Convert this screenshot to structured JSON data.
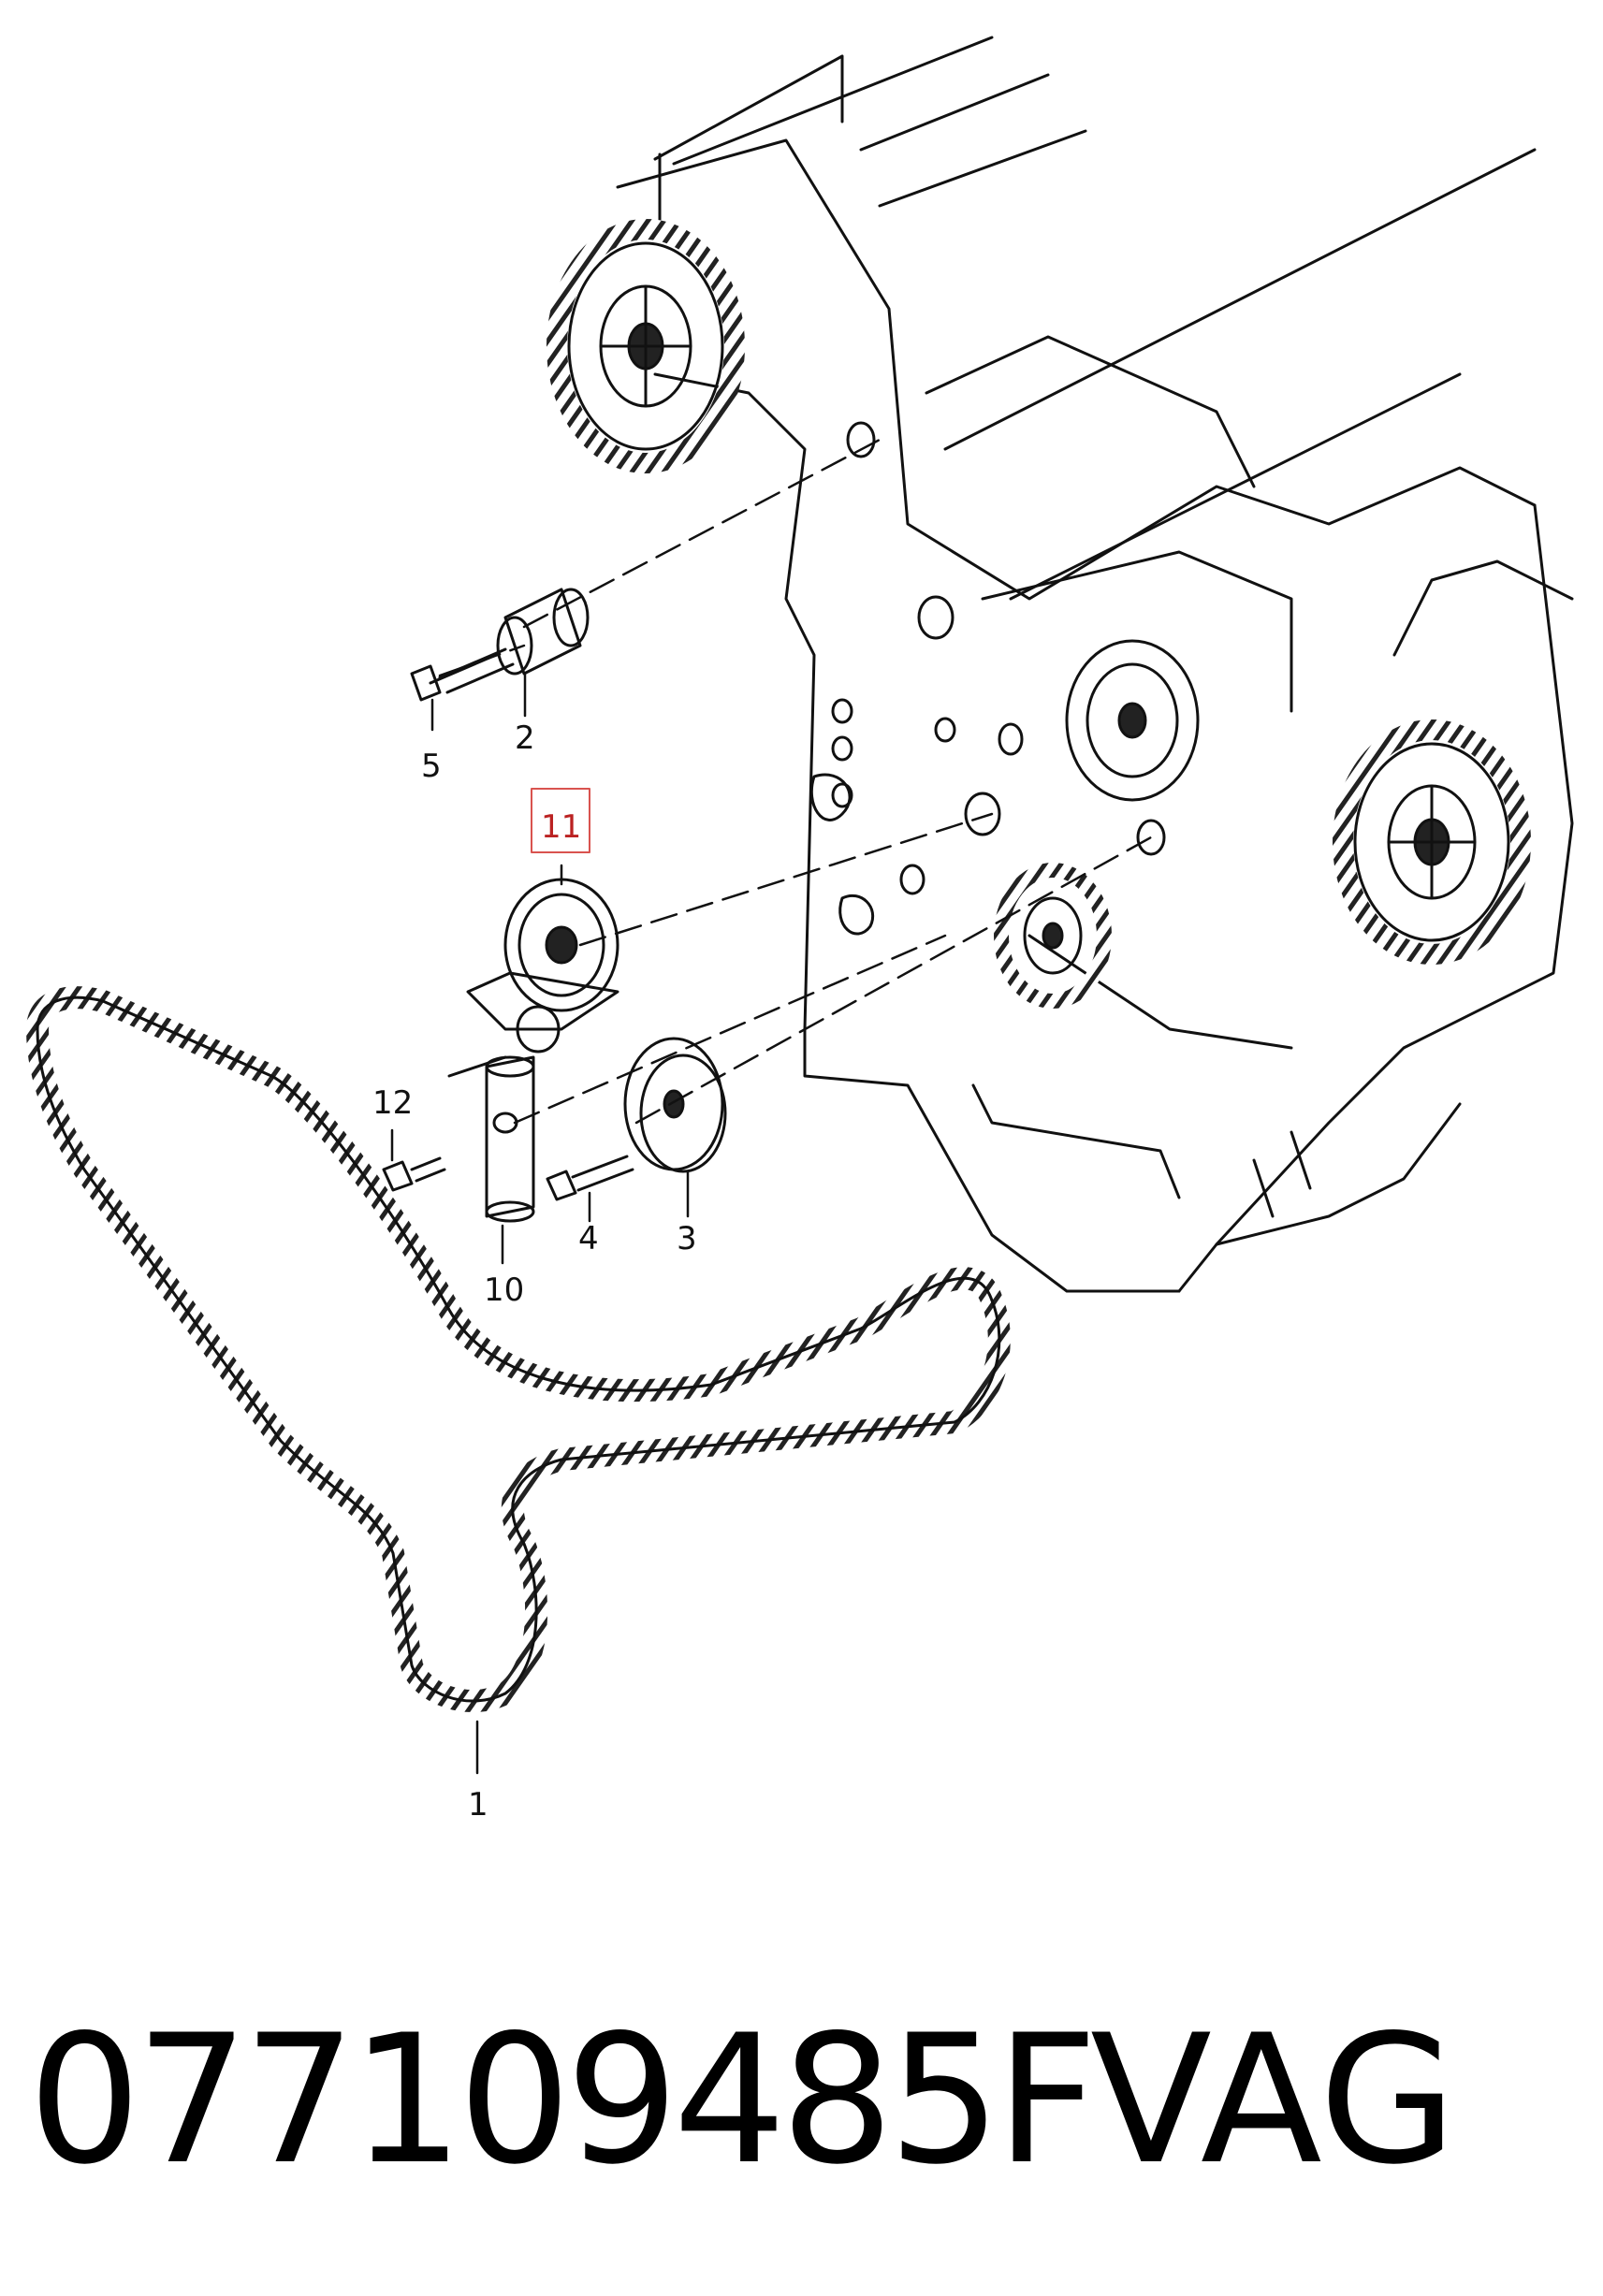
{
  "diagram": {
    "callouts": {
      "c1": "1",
      "c2": "2",
      "c3": "3",
      "c4": "4",
      "c5": "5",
      "c10": "10",
      "c11": "11",
      "c12": "12"
    },
    "highlight_color": "#d9534f"
  },
  "footer": {
    "part_number": "077109485F",
    "brand": "VAG"
  }
}
